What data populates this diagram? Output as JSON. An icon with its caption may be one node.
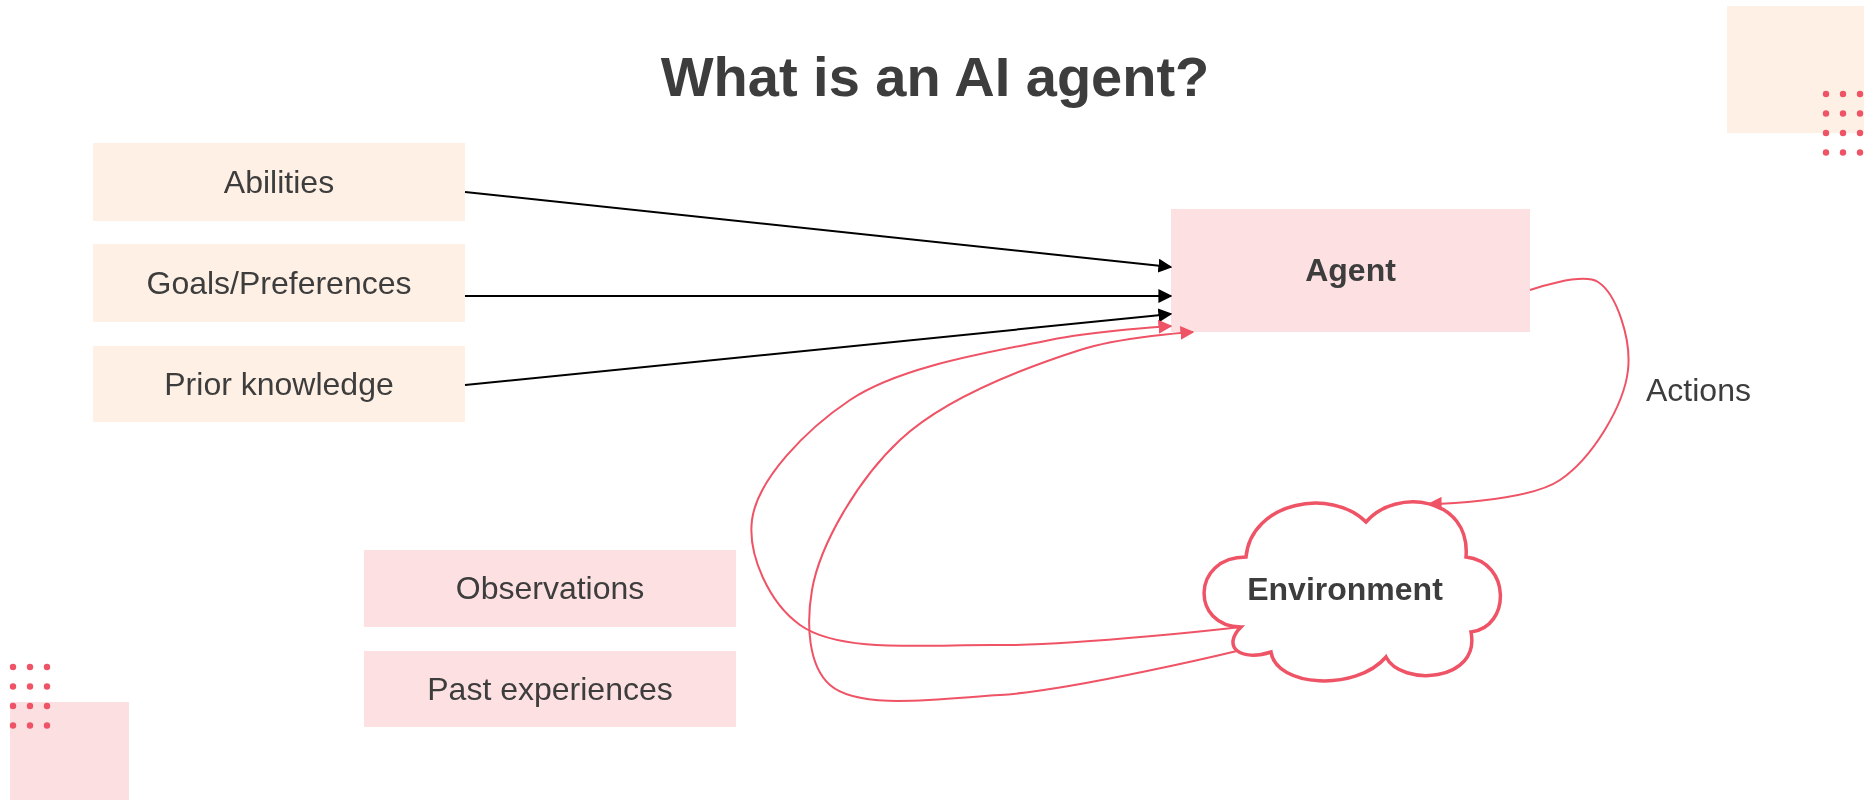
{
  "diagram": {
    "title": "What is an AI agent?",
    "nodes": [
      {
        "text": [
          "Abilities"
        ]
      },
      {
        "text": [
          "Goals/Preferences"
        ]
      },
      {
        "text": [
          "Prior knowledge"
        ]
      },
      {
        "text": [
          "Agent"
        ]
      },
      {
        "text": [
          "Observations"
        ]
      },
      {
        "text": [
          "Past experiences"
        ]
      },
      {
        "text": [
          "Environment"
        ]
      }
    ],
    "edges": [
      {
        "from": 0,
        "to": 3,
        "arrow": "to"
      },
      {
        "from": 1,
        "to": 3,
        "arrow": "to"
      },
      {
        "from": 2,
        "to": 3,
        "arrow": "to"
      },
      {
        "from": 3,
        "to": 6,
        "arrow": "to",
        "label": "Actions",
        "color": "#ef5366"
      },
      {
        "from": 6,
        "to": 3,
        "arrow": "to",
        "color": "#ef5366"
      },
      {
        "from": 6,
        "to": 3,
        "arrow": "to",
        "color": "#ef5366"
      }
    ]
  }
}
